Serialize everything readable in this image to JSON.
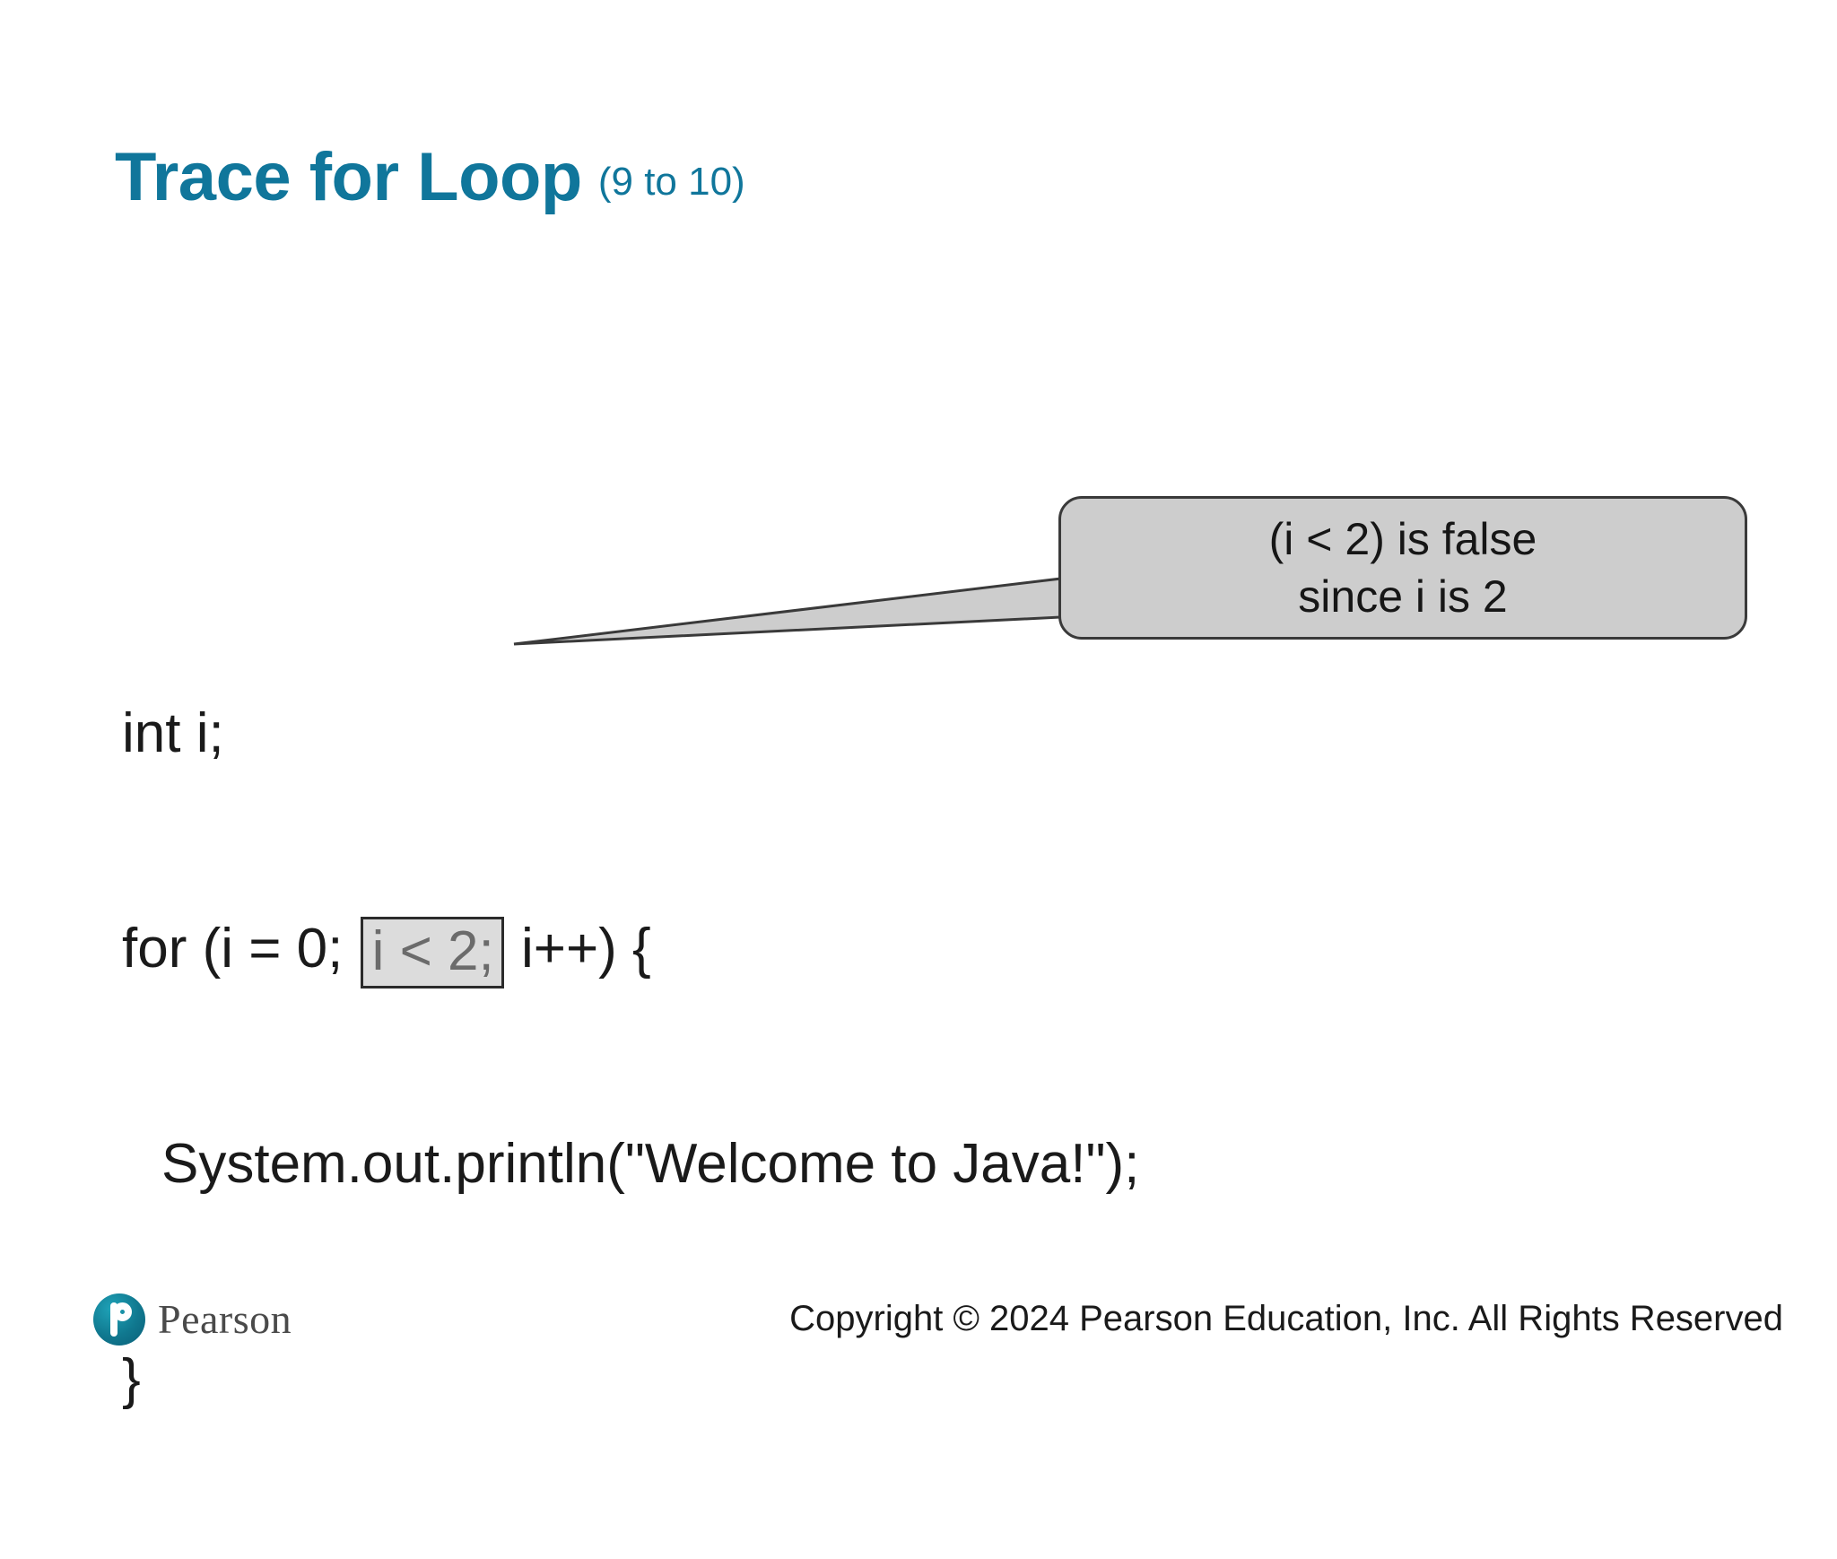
{
  "slide": {
    "background_color": "#ffffff",
    "accent_color": "#10769B"
  },
  "title": {
    "main": "Trace for Loop",
    "sub": "(9 to 10)"
  },
  "code": {
    "language": "java",
    "lines": [
      {
        "text": "int i;",
        "indent": false
      },
      {
        "prefix": "for (i = 0; ",
        "highlight": "i < 2;",
        "suffix": " i++) {",
        "indent": false
      },
      {
        "text": "System.out.println(\"Welcome to Java!\");",
        "indent": true
      },
      {
        "text": "}",
        "indent": false
      }
    ],
    "highlight_fill": "#dcdcdc",
    "highlight_border": "#2b2b2b",
    "highlight_text_color": "#6b6b6b"
  },
  "callout": {
    "line1": "(i < 2) is false",
    "line2": "since i is 2",
    "fill": "#cdcdcd",
    "border": "#3a3a3a"
  },
  "footer": {
    "brand": "Pearson",
    "copyright": "Copyright © 2024 Pearson Education, Inc. All Rights Reserved"
  }
}
